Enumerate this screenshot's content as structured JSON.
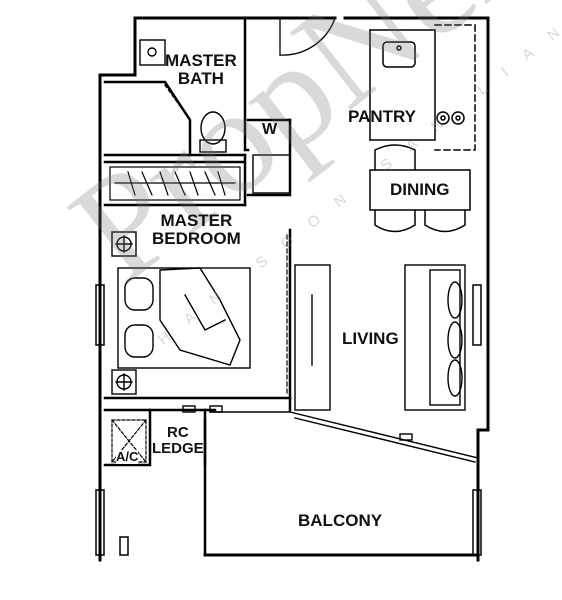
{
  "rooms": {
    "master_bath": [
      "MASTER",
      "BATH"
    ],
    "washer": "W",
    "pantry": "PANTRY",
    "dining": "DINING",
    "master_bedroom": [
      "MASTER",
      "BEDROOM"
    ],
    "living": "LIVING",
    "rc_ledge": [
      "RC",
      "LEDGE"
    ],
    "ac": "A/C",
    "balcony": "BALCONY"
  },
  "watermark": {
    "brand": "PropNex",
    "subtext": "HAN SOON SAN LIAN"
  }
}
